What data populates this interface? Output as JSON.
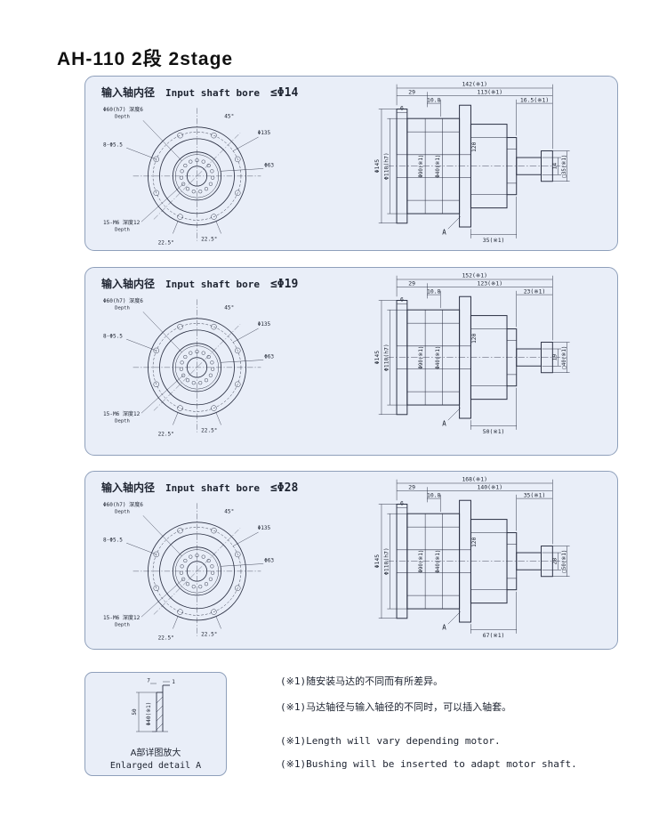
{
  "title": "AH-110 2段 2stage",
  "colors": {
    "panel_bg": "#e9eef8",
    "line_color": "#2a2f42"
  },
  "front": {
    "bore": "Φ60(h7) 深度6",
    "depth": "Depth",
    "angle45": "45°",
    "pcd": "Φ135",
    "d63": "Φ63",
    "holes": "8-Φ5.5",
    "tap": "15-M6 深度12",
    "tap_depth": "Depth",
    "a1": "22.5°",
    "a2": "22.5°"
  },
  "panels": [
    {
      "label_cn": "输入轴内径",
      "label_en": "Input shaft bore",
      "bore": "≤Φ14",
      "side": {
        "total": "142(※1)",
        "l1": "29",
        "l2": "113(※1)",
        "l3": "10.8",
        "l4": "16.5(※1)",
        "t6": "6",
        "d145": "Φ145",
        "d110": "Φ110(h7)",
        "d90": "Φ90(※1)",
        "d40": "Φ40(※1)",
        "flange": "120",
        "shaft": "14",
        "sq": "□35(※1)",
        "bottom": "35(※1)",
        "detail": "A"
      }
    },
    {
      "label_cn": "输入轴内径",
      "label_en": "Input shaft bore",
      "bore": "≤Φ19",
      "side": {
        "total": "152(※1)",
        "l1": "29",
        "l2": "123(※1)",
        "l3": "10.8",
        "l4": "23(※1)",
        "t6": "6",
        "d145": "Φ145",
        "d110": "Φ110(h7)",
        "d90": "Φ90(※1)",
        "d40": "Φ40(※1)",
        "flange": "120",
        "shaft": "19",
        "sq": "□40(※1)",
        "bottom": "50(※1)",
        "detail": "A"
      }
    },
    {
      "label_cn": "输入轴内径",
      "label_en": "Input shaft bore",
      "bore": "≤Φ28",
      "side": {
        "total": "168(※1)",
        "l1": "29",
        "l2": "140(※1)",
        "l3": "10.8",
        "l4": "35(※1)",
        "t6": "6",
        "d145": "Φ145",
        "d110": "Φ110(h7)",
        "d90": "Φ90(※1)",
        "d40": "Φ40(※1)",
        "flange": "120",
        "shaft": "28",
        "sq": "□50(※1)",
        "bottom": "67(※1)",
        "detail": "A"
      }
    }
  ],
  "detail_panel": {
    "dim_top": "7",
    "dim_top2": "1",
    "dim_left": "50",
    "dim_shaft": "Φ40(※1)",
    "caption_cn": "A部详图放大",
    "caption_en": "Enlarged detail A"
  },
  "notes": {
    "cn1": "(※1)随安装马达的不同而有所差异。",
    "cn2": "(※1)马达轴径与输入轴径的不同时，可以插入轴套。",
    "en1": "(※1)Length will vary depending motor.",
    "en2": "(※1)Bushing will be inserted to adapt motor shaft."
  }
}
